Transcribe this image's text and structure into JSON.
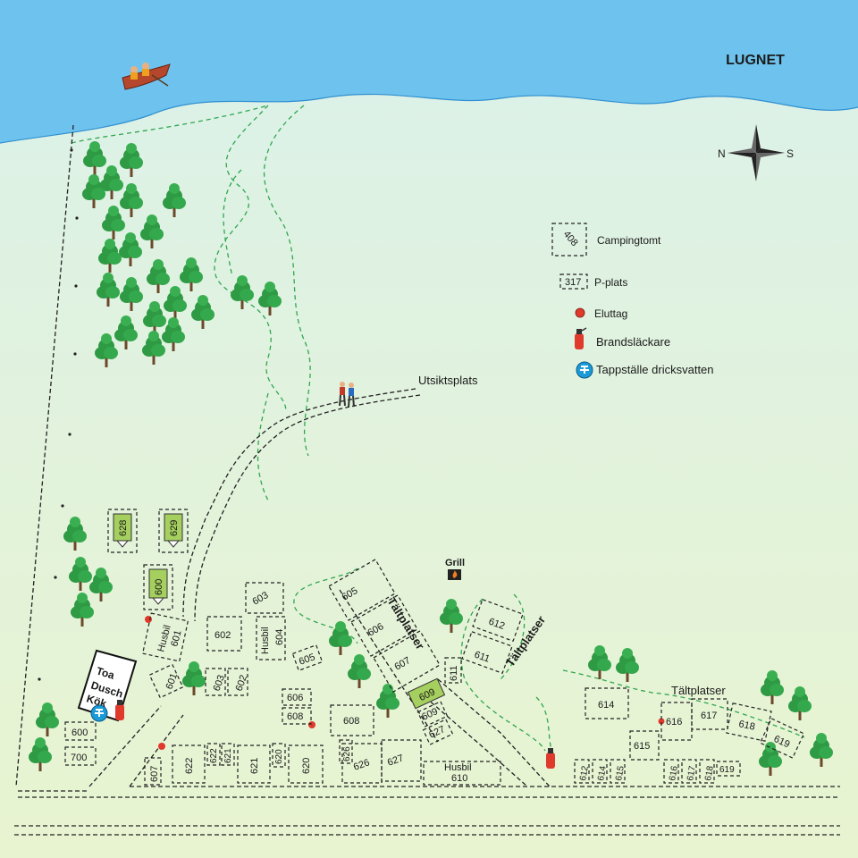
{
  "title": "LUGNET",
  "compass": {
    "n": "N",
    "s": "S"
  },
  "legend": [
    {
      "label": "Campingtomt",
      "sample": "408",
      "icon": "dashed-square-icon"
    },
    {
      "label": "P-plats",
      "sample": "317",
      "icon": "dashed-rect-icon"
    },
    {
      "label": "Eluttag",
      "icon": "red-dot-icon"
    },
    {
      "label": "Brandsläckare",
      "icon": "fire-extinguisher-icon"
    },
    {
      "label": "Tappställe dricksvatten",
      "icon": "water-tap-icon"
    }
  ],
  "places": {
    "viewpoint": "Utsiktsplats",
    "grill": "Grill",
    "tent1": "Tältplatser",
    "tent2": "Tältplatser",
    "tent3": "Tältplatser",
    "toa": "Toa",
    "dusch": "Dusch",
    "kok": "Kök",
    "husbil": "Husbil"
  },
  "green_pitches": [
    "628",
    "629",
    "600",
    "609"
  ],
  "plots": {
    "p600": "600",
    "p700": "700",
    "p601": "601",
    "p601b": "601",
    "p602": "602",
    "p602b": "602",
    "p603": "603",
    "p603b": "603",
    "p604": "604",
    "p605": "605",
    "p605b": "605",
    "p606": "606",
    "p606b": "606",
    "p607": "607",
    "p607b": "607",
    "p608": "608",
    "p608b": "608",
    "p609": "609",
    "p610": "610",
    "p611": "611",
    "p611b": "611",
    "p612": "612",
    "p612b": "612",
    "p614": "614",
    "p614b": "614",
    "p615": "615",
    "p615b": "615",
    "p616": "616",
    "p616b": "616",
    "p617": "617",
    "p617b": "617",
    "p618": "618",
    "p618b": "618",
    "p619": "619",
    "p619b": "619",
    "p620": "620",
    "p620b": "620",
    "p621": "621",
    "p621b": "621",
    "p622": "622",
    "p622b": "622",
    "p626": "626",
    "p626b": "626",
    "p627": "627",
    "p627b": "627"
  },
  "colors": {
    "water": "#6ec3ee",
    "land_top": "#d9f0e6",
    "land_bottom": "#e6f3cf",
    "pitch_green": "#a5cf5e",
    "tree": "#2e9a44",
    "red": "#e03a2c",
    "tap_blue": "#1a9ad6"
  }
}
